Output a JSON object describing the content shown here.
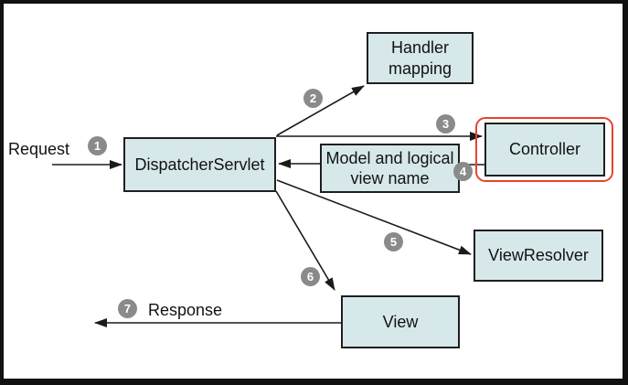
{
  "diagram": {
    "type": "flowchart",
    "description_nodes": [
      {
        "id": "dispatcher_servlet",
        "label": "DispatcherServlet"
      },
      {
        "id": "handler_mapping",
        "label": "Handler mapping"
      },
      {
        "id": "controller",
        "label": "Controller",
        "highlighted": true
      },
      {
        "id": "model_and_logical_view_name",
        "label": "Model and logical view name"
      },
      {
        "id": "view_resolver",
        "label": "ViewResolver"
      },
      {
        "id": "view",
        "label": "View"
      }
    ],
    "steps": [
      "1",
      "2",
      "3",
      "4",
      "5",
      "6",
      "7"
    ],
    "flow_labels": {
      "request": "Request",
      "response": "Response"
    },
    "edges": [
      {
        "step": "1",
        "from": "Request",
        "to": "DispatcherServlet"
      },
      {
        "step": "2",
        "from": "DispatcherServlet",
        "to": "Handler mapping"
      },
      {
        "step": "3",
        "from": "DispatcherServlet",
        "to": "Controller"
      },
      {
        "step": "4",
        "from": "Controller",
        "to": "DispatcherServlet",
        "via": "Model and logical view name"
      },
      {
        "step": "5",
        "from": "DispatcherServlet",
        "to": "ViewResolver"
      },
      {
        "step": "6",
        "from": "DispatcherServlet",
        "to": "View"
      },
      {
        "step": "7",
        "from": "View",
        "to": "Response"
      }
    ],
    "colors": {
      "node_fill": "#d6e8ea",
      "node_border": "#1f1f1f",
      "badge_bg": "#8a8a8a",
      "badge_text": "#ffffff",
      "highlight": "#e8432c",
      "line": "#1a1a1a",
      "background": "#ffffff",
      "frame": "#111111"
    }
  }
}
